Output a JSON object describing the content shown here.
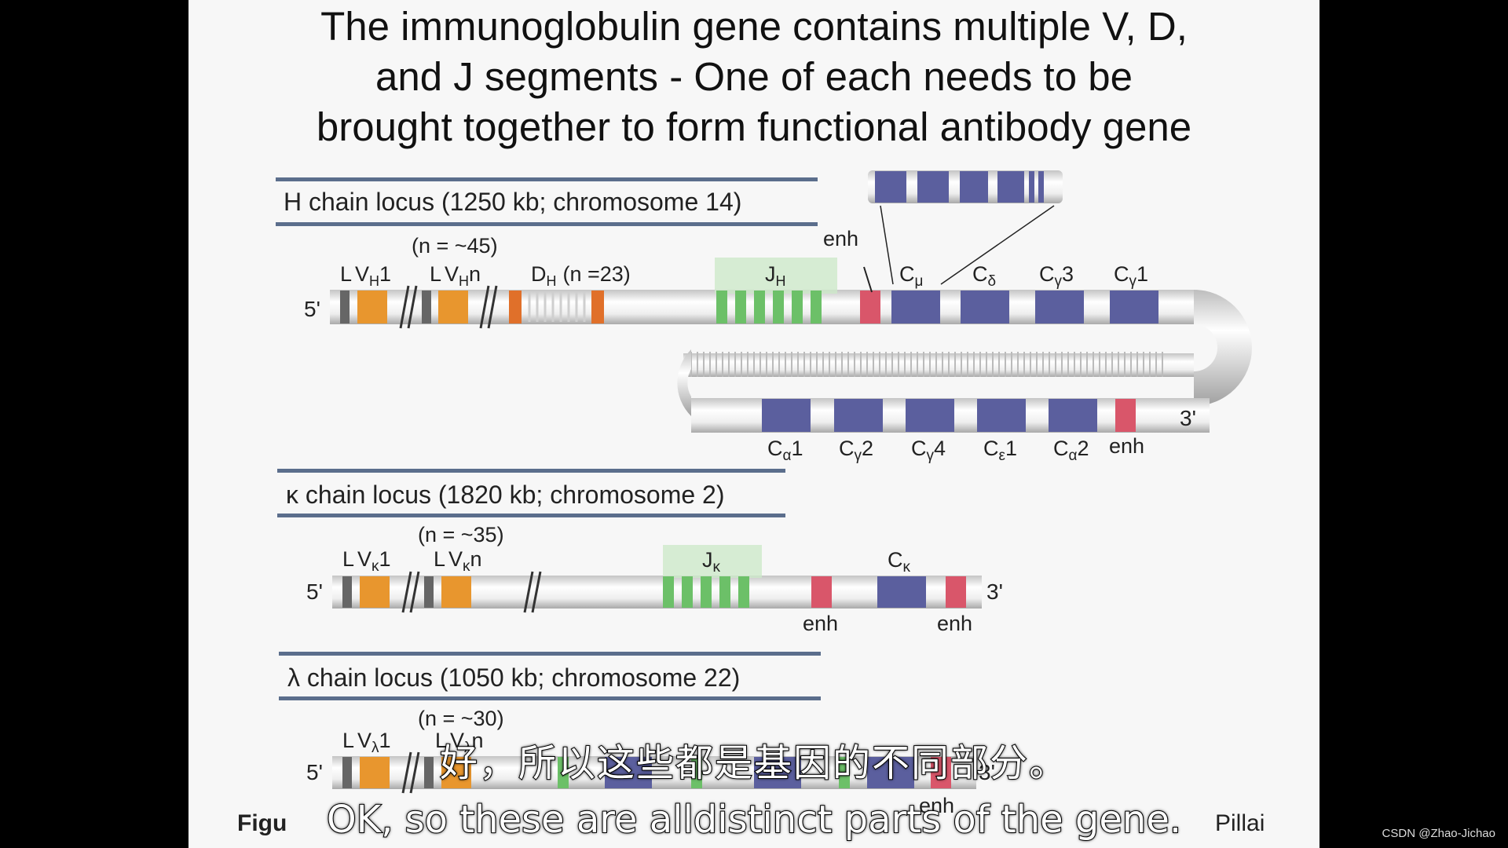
{
  "slide": {
    "title_lines": [
      "The immunoglobulin gene contains multiple V, D,",
      "and J segments - One of each needs to be",
      "brought together to form functional antibody gene"
    ]
  },
  "loci": {
    "heavy": {
      "header": "H chain locus (1250 kb; chromosome 14)",
      "count_v": "(n = ~45)",
      "lbl_L1": "L",
      "lbl_V1": "V",
      "lbl_V1_sub": "H",
      "lbl_V1_suf": "1",
      "lbl_L2": "L",
      "lbl_V2": "V",
      "lbl_V2_sub": "H",
      "lbl_V2_suf": "n",
      "lbl_D": "D",
      "lbl_D_sub": "H",
      "lbl_D_count": "(n =23)",
      "lbl_J": "J",
      "lbl_J_sub": "H",
      "lbl_enh_top": "enh",
      "prime5": "5'",
      "prime3": "3'",
      "top_constants": [
        {
          "main": "C",
          "sub": "μ",
          "suf": ""
        },
        {
          "main": "C",
          "sub": "δ",
          "suf": ""
        },
        {
          "main": "C",
          "sub": "γ",
          "suf": "3"
        },
        {
          "main": "C",
          "sub": "γ",
          "suf": "1"
        }
      ],
      "bottom_constants": [
        {
          "main": "C",
          "sub": "α",
          "suf": "1"
        },
        {
          "main": "C",
          "sub": "γ",
          "suf": "2"
        },
        {
          "main": "C",
          "sub": "γ",
          "suf": "4"
        },
        {
          "main": "C",
          "sub": "ε",
          "suf": "1"
        },
        {
          "main": "C",
          "sub": "α",
          "suf": "2"
        }
      ],
      "lbl_enh_bottom": "enh"
    },
    "kappa": {
      "header": "κ chain locus (1820 kb; chromosome 2)",
      "count_v": "(n = ~35)",
      "lbl_L1": "L",
      "lbl_V1": "V",
      "lbl_V1_sub": "κ",
      "lbl_V1_suf": "1",
      "lbl_L2": "L",
      "lbl_V2": "V",
      "lbl_V2_sub": "κ",
      "lbl_V2_suf": "n",
      "lbl_J": "J",
      "lbl_J_sub": "κ",
      "lbl_C": "C",
      "lbl_C_sub": "κ",
      "lbl_enh1": "enh",
      "lbl_enh2": "enh",
      "prime5": "5'",
      "prime3": "3'"
    },
    "lambda": {
      "header": "λ chain locus (1050 kb; chromosome 22)",
      "count_v": "(n = ~30)",
      "lbl_L1": "L",
      "lbl_V1": "V",
      "lbl_V1_sub": "λ",
      "lbl_V1_suf": "1",
      "lbl_L2": "L",
      "lbl_V2": "V",
      "lbl_V2_sub": "λ",
      "lbl_V2_suf": "n",
      "lbl_enh": "enh",
      "prime5": "5'",
      "prime3": "3'"
    }
  },
  "caption": {
    "left": "Figu",
    "right": "Pillai"
  },
  "subtitles": {
    "zh": "好，所以这些都是基因的不同部分。",
    "en": "OK, so these are alldistinct parts of the gene."
  },
  "watermark": "CSDN @Zhao-Jichao",
  "colors": {
    "v_segment": "#e8962e",
    "d_segment": "#e0702a",
    "j_segment": "#6cc068",
    "c_segment": "#5b5f9e",
    "enhancer": "#d9566a",
    "leader": "#666666",
    "header_bar": "#5b6e8c"
  }
}
